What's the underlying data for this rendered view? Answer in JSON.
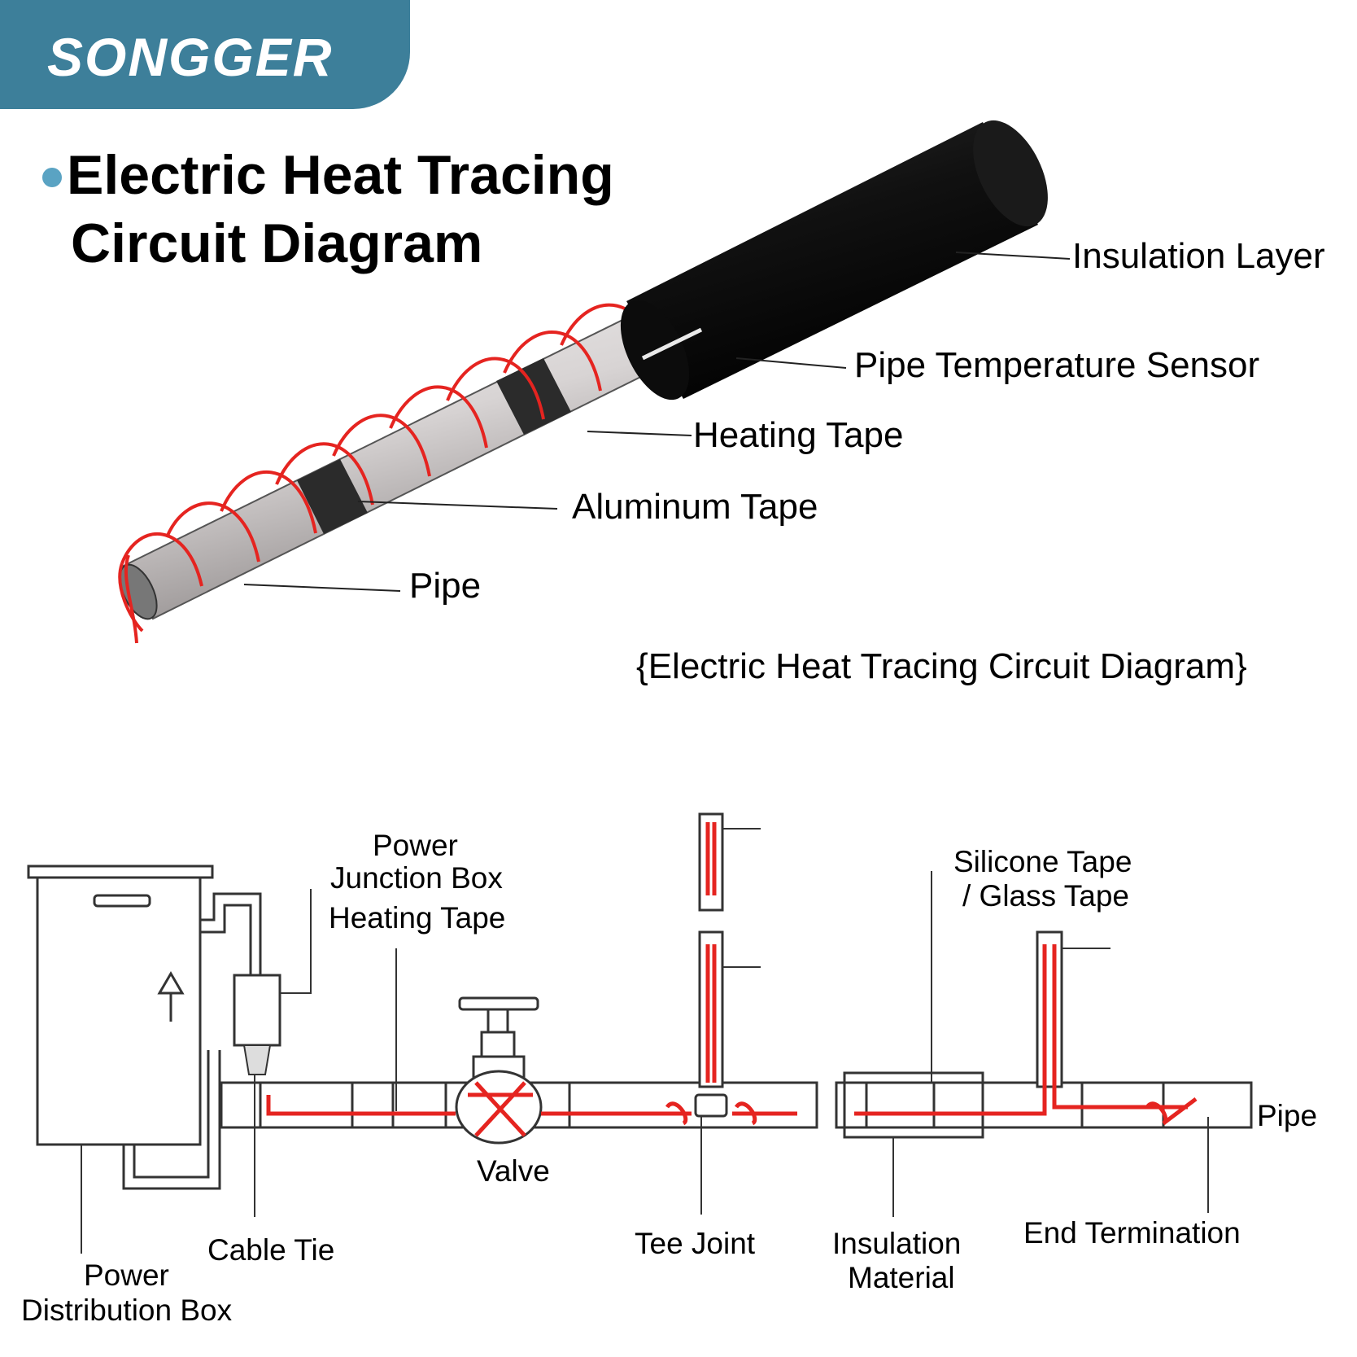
{
  "brand": {
    "logo_text": "SONGGER"
  },
  "title": {
    "line1": "Electric Heat Tracing",
    "line2": "Circuit Diagram"
  },
  "top_diagram": {
    "labels": {
      "insulation_layer": "Insulation Layer",
      "pipe_temperature_sensor": "Pipe Temperature Sensor",
      "heating_tape": "Heating Tape",
      "aluminum_tape": "Aluminum Tape",
      "pipe": "Pipe"
    },
    "caption": "{Electric Heat Tracing Circuit Diagram}"
  },
  "bottom_diagram": {
    "labels": {
      "power_junction_box_line1": "Power",
      "power_junction_box_line2": "Junction Box",
      "heating_tape": "Heating Tape",
      "silicone_tape_line1": "Silicone Tape",
      "silicone_tape_line2": "/ Glass Tape",
      "pipe": "Pipe",
      "valve": "Valve",
      "cable_tie": "Cable Tie",
      "tee_joint": "Tee Joint",
      "insulation_material_line1": "Insulation",
      "insulation_material_line2": "Material",
      "end_termination": "End Termination",
      "power_distribution_box_line1": "Power",
      "power_distribution_box_line2": "Distribution Box"
    }
  },
  "colors": {
    "brand_blue": "#3d7f9a",
    "bullet_blue": "#5aa3c3",
    "heating_red": "#e52420",
    "insulation_black": "#111111"
  }
}
